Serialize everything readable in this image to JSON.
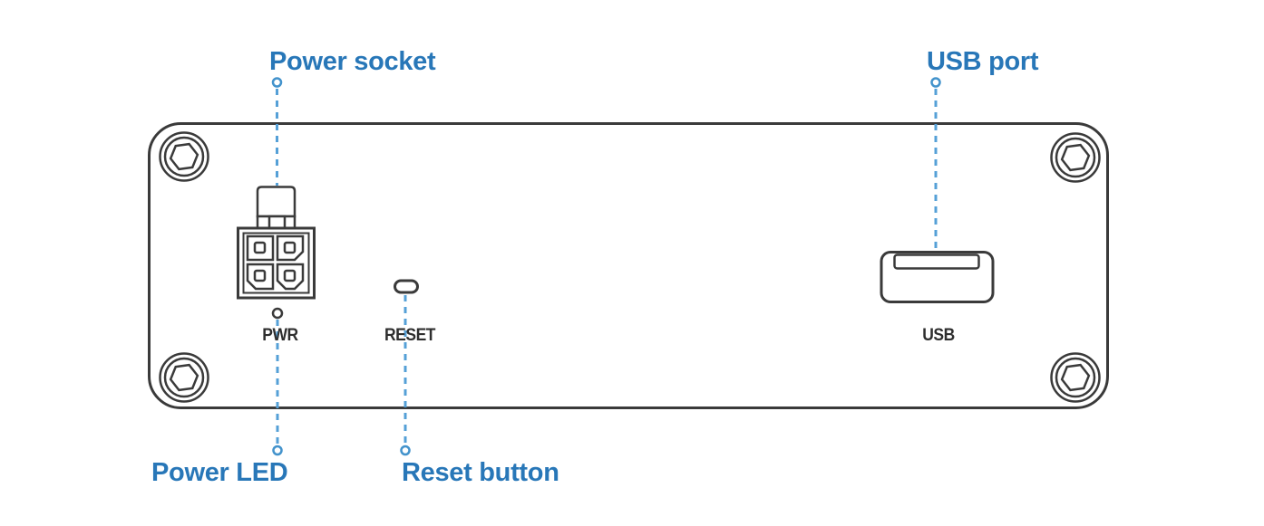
{
  "diagram": {
    "type": "device-rear-panel-callout-diagram",
    "callouts": {
      "power_socket": "Power socket",
      "usb_port": "USB port",
      "power_led": "Power LED",
      "reset_button": "Reset button"
    },
    "panel_labels": {
      "pwr": "PWR",
      "reset": "RESET",
      "usb": "USB"
    },
    "components": [
      "power-socket-connector-4pin",
      "power-led",
      "reset-pinhole-button",
      "usb-a-port",
      "corner-screw-top-left",
      "corner-screw-top-right",
      "corner-screw-bottom-left",
      "corner-screw-bottom-right"
    ],
    "colors": {
      "callout_text_blue": "#2877b8",
      "dash_line_blue": "#55a0d7",
      "endpoint_circle_blue": "#4393cc",
      "outline_dark": "#3a3a3a",
      "background": "#ffffff"
    }
  }
}
